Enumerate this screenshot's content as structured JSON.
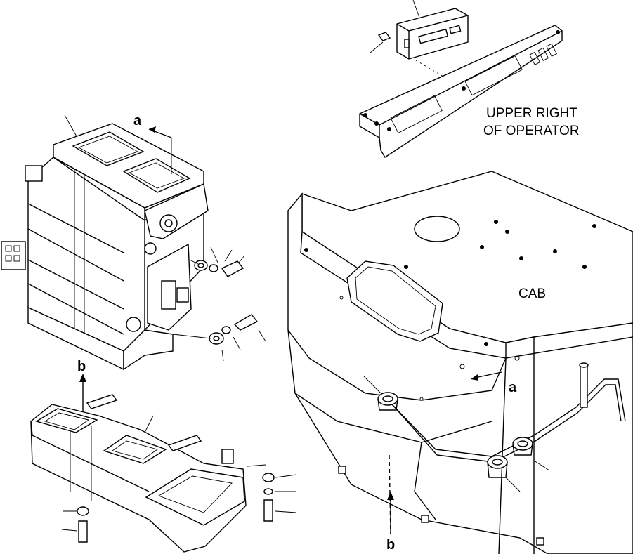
{
  "labels": {
    "arrow_a_top": "a",
    "arrow_a_right": "a",
    "arrow_b_left": "b",
    "arrow_b_bottom": "b",
    "upper_right_line1": "UPPER RIGHT",
    "upper_right_line2": "OF OPERATOR",
    "cab": "CAB"
  },
  "colors": {
    "ink": "#000000",
    "paper": "#ffffff"
  }
}
